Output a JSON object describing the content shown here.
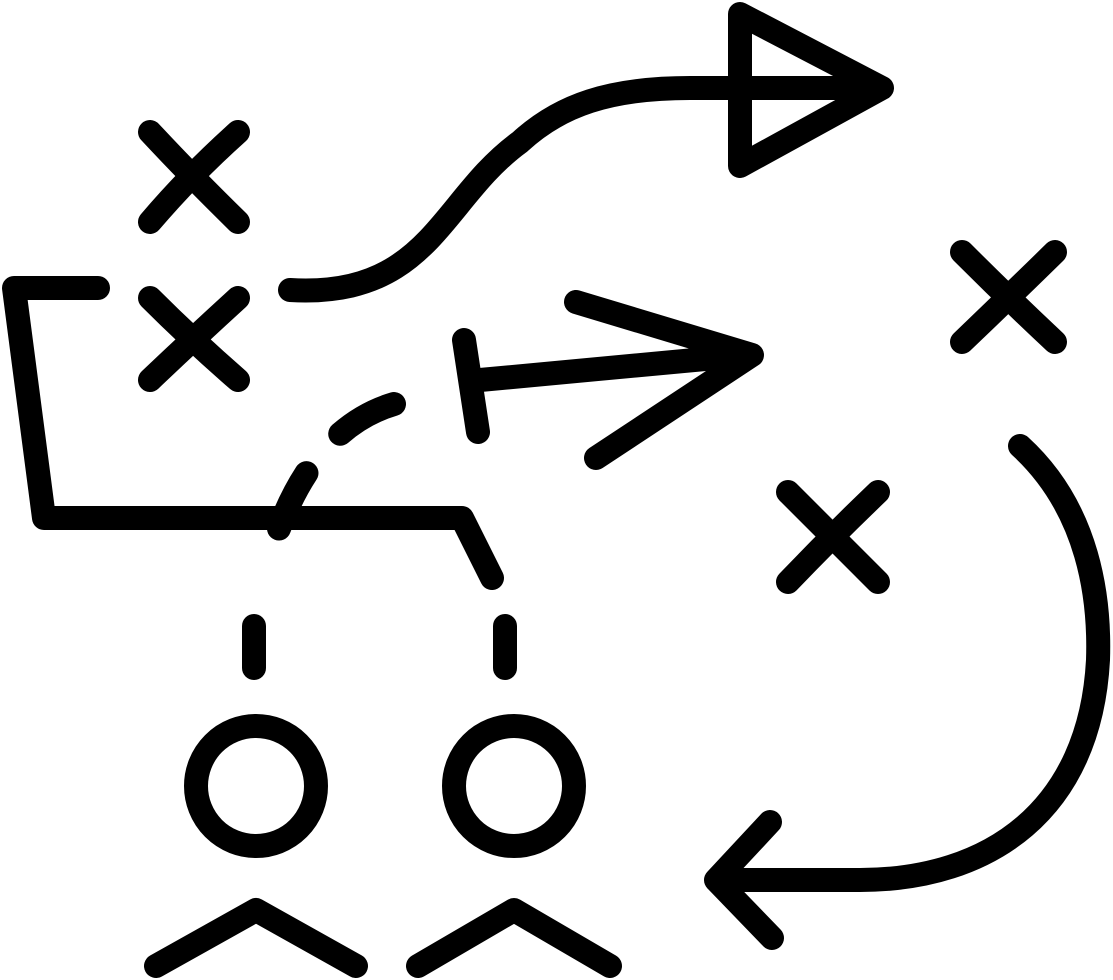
{
  "diagram": {
    "type": "strategy-playbook-icon",
    "style": "line-art",
    "colors": {
      "stroke": "#000000",
      "background": "#ffffff"
    },
    "elements": {
      "opponent_markers": [
        "x-mark",
        "x-mark",
        "x-mark",
        "x-mark"
      ],
      "player_figures": [
        "person",
        "person"
      ],
      "arrows": [
        "wavy-route-arrow",
        "straight-block-arrow",
        "curved-return-arrow"
      ],
      "connectors": [
        "bracket-path",
        "dashed-link",
        "dashed-link",
        "dashed-link"
      ]
    }
  }
}
